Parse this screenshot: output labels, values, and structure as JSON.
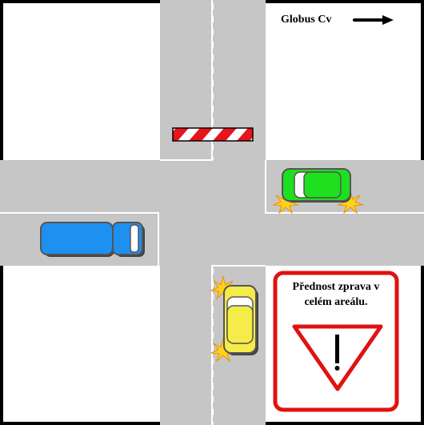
{
  "colors": {
    "background": "#000000",
    "road": "#c6c6c6",
    "block": "#ffffff",
    "lane_marking": "#ffffff",
    "barrier_red": "#e8141c",
    "car_green": "#1ee01e",
    "truck_blue": "#1e90f0",
    "car_yellow": "#f5ec4a",
    "sign_red": "#e01212",
    "sparkle": "#ffd21e"
  },
  "globus_sign": {
    "text": "Globus Cv",
    "arrow_icon": "arrow-right-icon"
  },
  "priority_sign": {
    "text_line1": "Přednost zprava v",
    "text_line2": "celém areálu.",
    "icon": "give-way-triangle-icon",
    "symbol": "!"
  },
  "vehicles": {
    "green_car": {
      "color_name": "green",
      "signal": "hazard-blink-icon"
    },
    "blue_truck": {
      "color_name": "blue"
    },
    "yellow_car": {
      "color_name": "yellow",
      "signal": "hazard-blink-icon"
    }
  },
  "barrier": {
    "pattern": "red-white-stripes"
  }
}
